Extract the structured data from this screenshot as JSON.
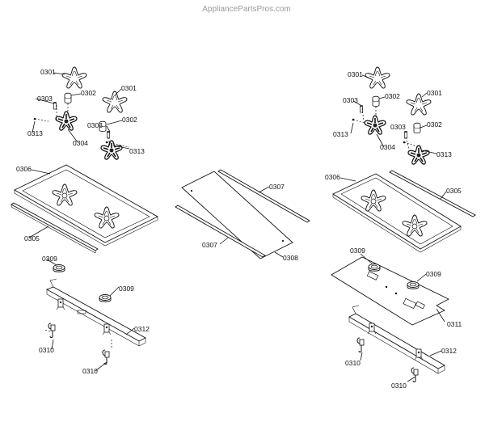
{
  "watermark": "AppliancePartsPros.com",
  "labels": {
    "l_0301a": "0301",
    "l_0301b": "0301",
    "l_0302a": "0302",
    "l_0302b": "0302",
    "l_0303a": "0303",
    "l_0303b": "0303",
    "l_0313a": "0313",
    "l_0313b": "0313",
    "l_0304": "0304",
    "l_0306": "0306",
    "l_0305": "0305",
    "l_0309a": "0309",
    "l_0309b": "0309",
    "l_0310a": "0310",
    "l_0310b": "0310",
    "l_0312": "0312",
    "m_0307a": "0307",
    "m_0307b": "0307",
    "m_0308": "0308",
    "r_0301a": "0301",
    "r_0301b": "0301",
    "r_0302a": "0302",
    "r_0302b": "0302",
    "r_0303a": "0303",
    "r_0303b": "0303",
    "r_0313a": "0313",
    "r_0313b": "0313",
    "r_0304": "0304",
    "r_0306": "0306",
    "r_0305": "0305",
    "r_0309a": "0309",
    "r_0309b": "0309",
    "r_0311": "0311",
    "r_0310a": "0310",
    "r_0310b": "0310",
    "r_0312": "0312"
  }
}
